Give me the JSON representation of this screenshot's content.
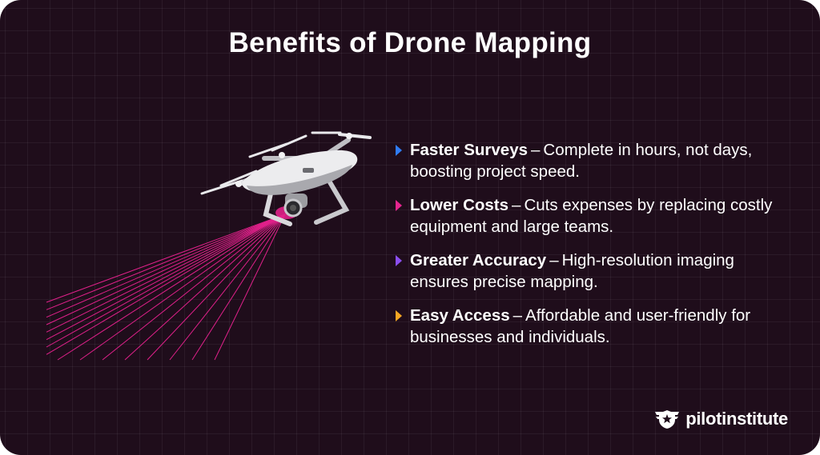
{
  "title": "Benefits of Drone Mapping",
  "benefits": [
    {
      "name": "Faster Surveys",
      "dash": "–",
      "description": "Complete in hours, not days, boosting project speed.",
      "marker_color": "#2f7cf6"
    },
    {
      "name": "Lower Costs",
      "dash": "–",
      "description": "Cuts expenses by replacing costly equipment and large teams.",
      "marker_color": "#e5258f"
    },
    {
      "name": "Greater Accuracy",
      "dash": "–",
      "description": "High-resolution imaging ensures precise mapping.",
      "marker_color": "#8b4ef0"
    },
    {
      "name": "Easy Access",
      "dash": "–",
      "description": "Affordable and user-friendly for businesses and individuals.",
      "marker_color": "#f5a623"
    }
  ],
  "logo": {
    "text": "pilotinstitute",
    "icon": "pilot-wings-star-icon"
  },
  "illustration": {
    "icon": "drone-icon",
    "beam_color": "#e0208a"
  },
  "colors": {
    "background": "#1f0d1b",
    "text": "#ffffff"
  }
}
